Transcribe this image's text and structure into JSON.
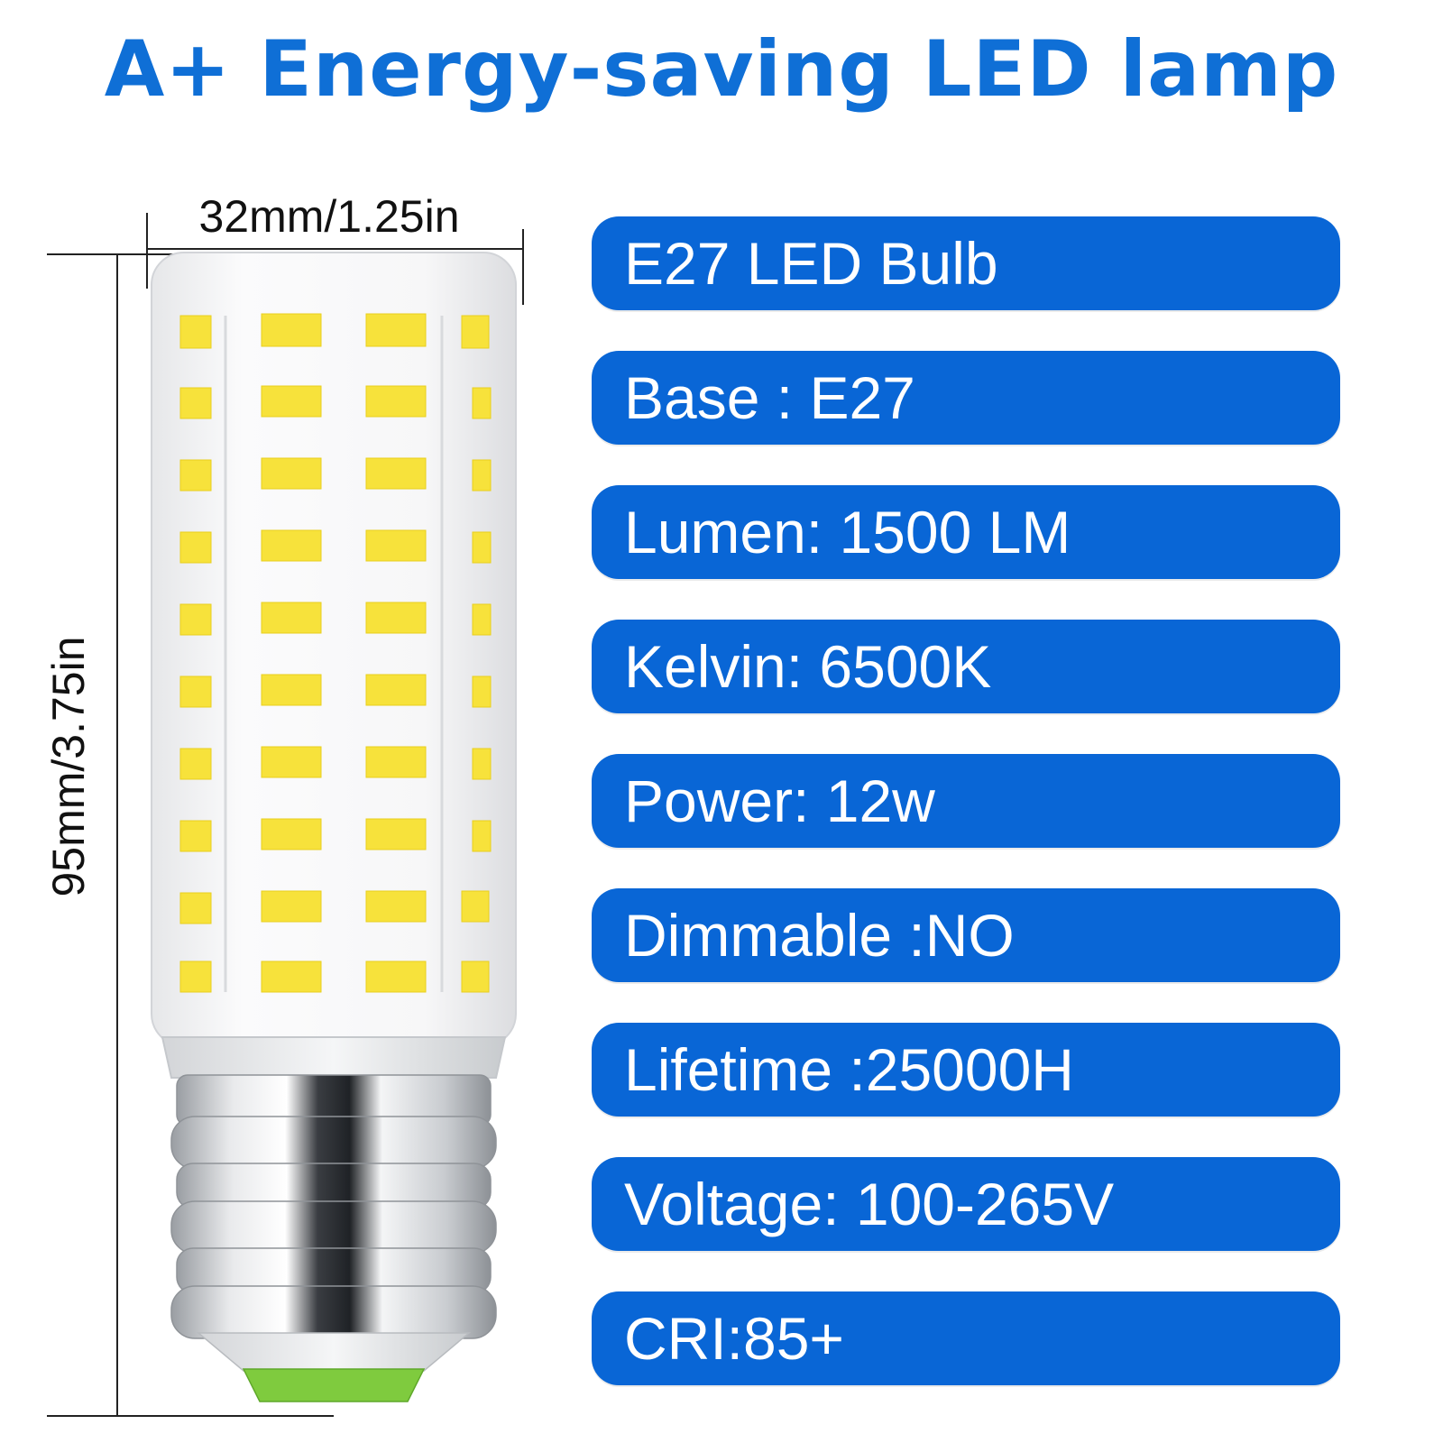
{
  "header": {
    "title": "A+ Energy-saving LED lamp"
  },
  "dimensions": {
    "width_label": "32mm/1.25in",
    "height_label": "95mm/3.75in"
  },
  "product": {
    "icon": "led-corn-bulb-icon"
  },
  "specs": [
    {
      "label": "E27 LED Bulb"
    },
    {
      "label": "Base : E27"
    },
    {
      "label": "Lumen: 1500 LM"
    },
    {
      "label": "Kelvin: 6500K"
    },
    {
      "label": "Power: 12w"
    },
    {
      "label": "Dimmable :NO"
    },
    {
      "label": "Lifetime :25000H"
    },
    {
      "label": "Voltage: 100-265V"
    },
    {
      "label": "CRI:85+"
    }
  ],
  "colors": {
    "title": "#0F6FD6",
    "pill": "#0966D6",
    "pill_text": "#FFFFFF",
    "led": "#F7E23B",
    "contact": "#7FCB3E"
  }
}
